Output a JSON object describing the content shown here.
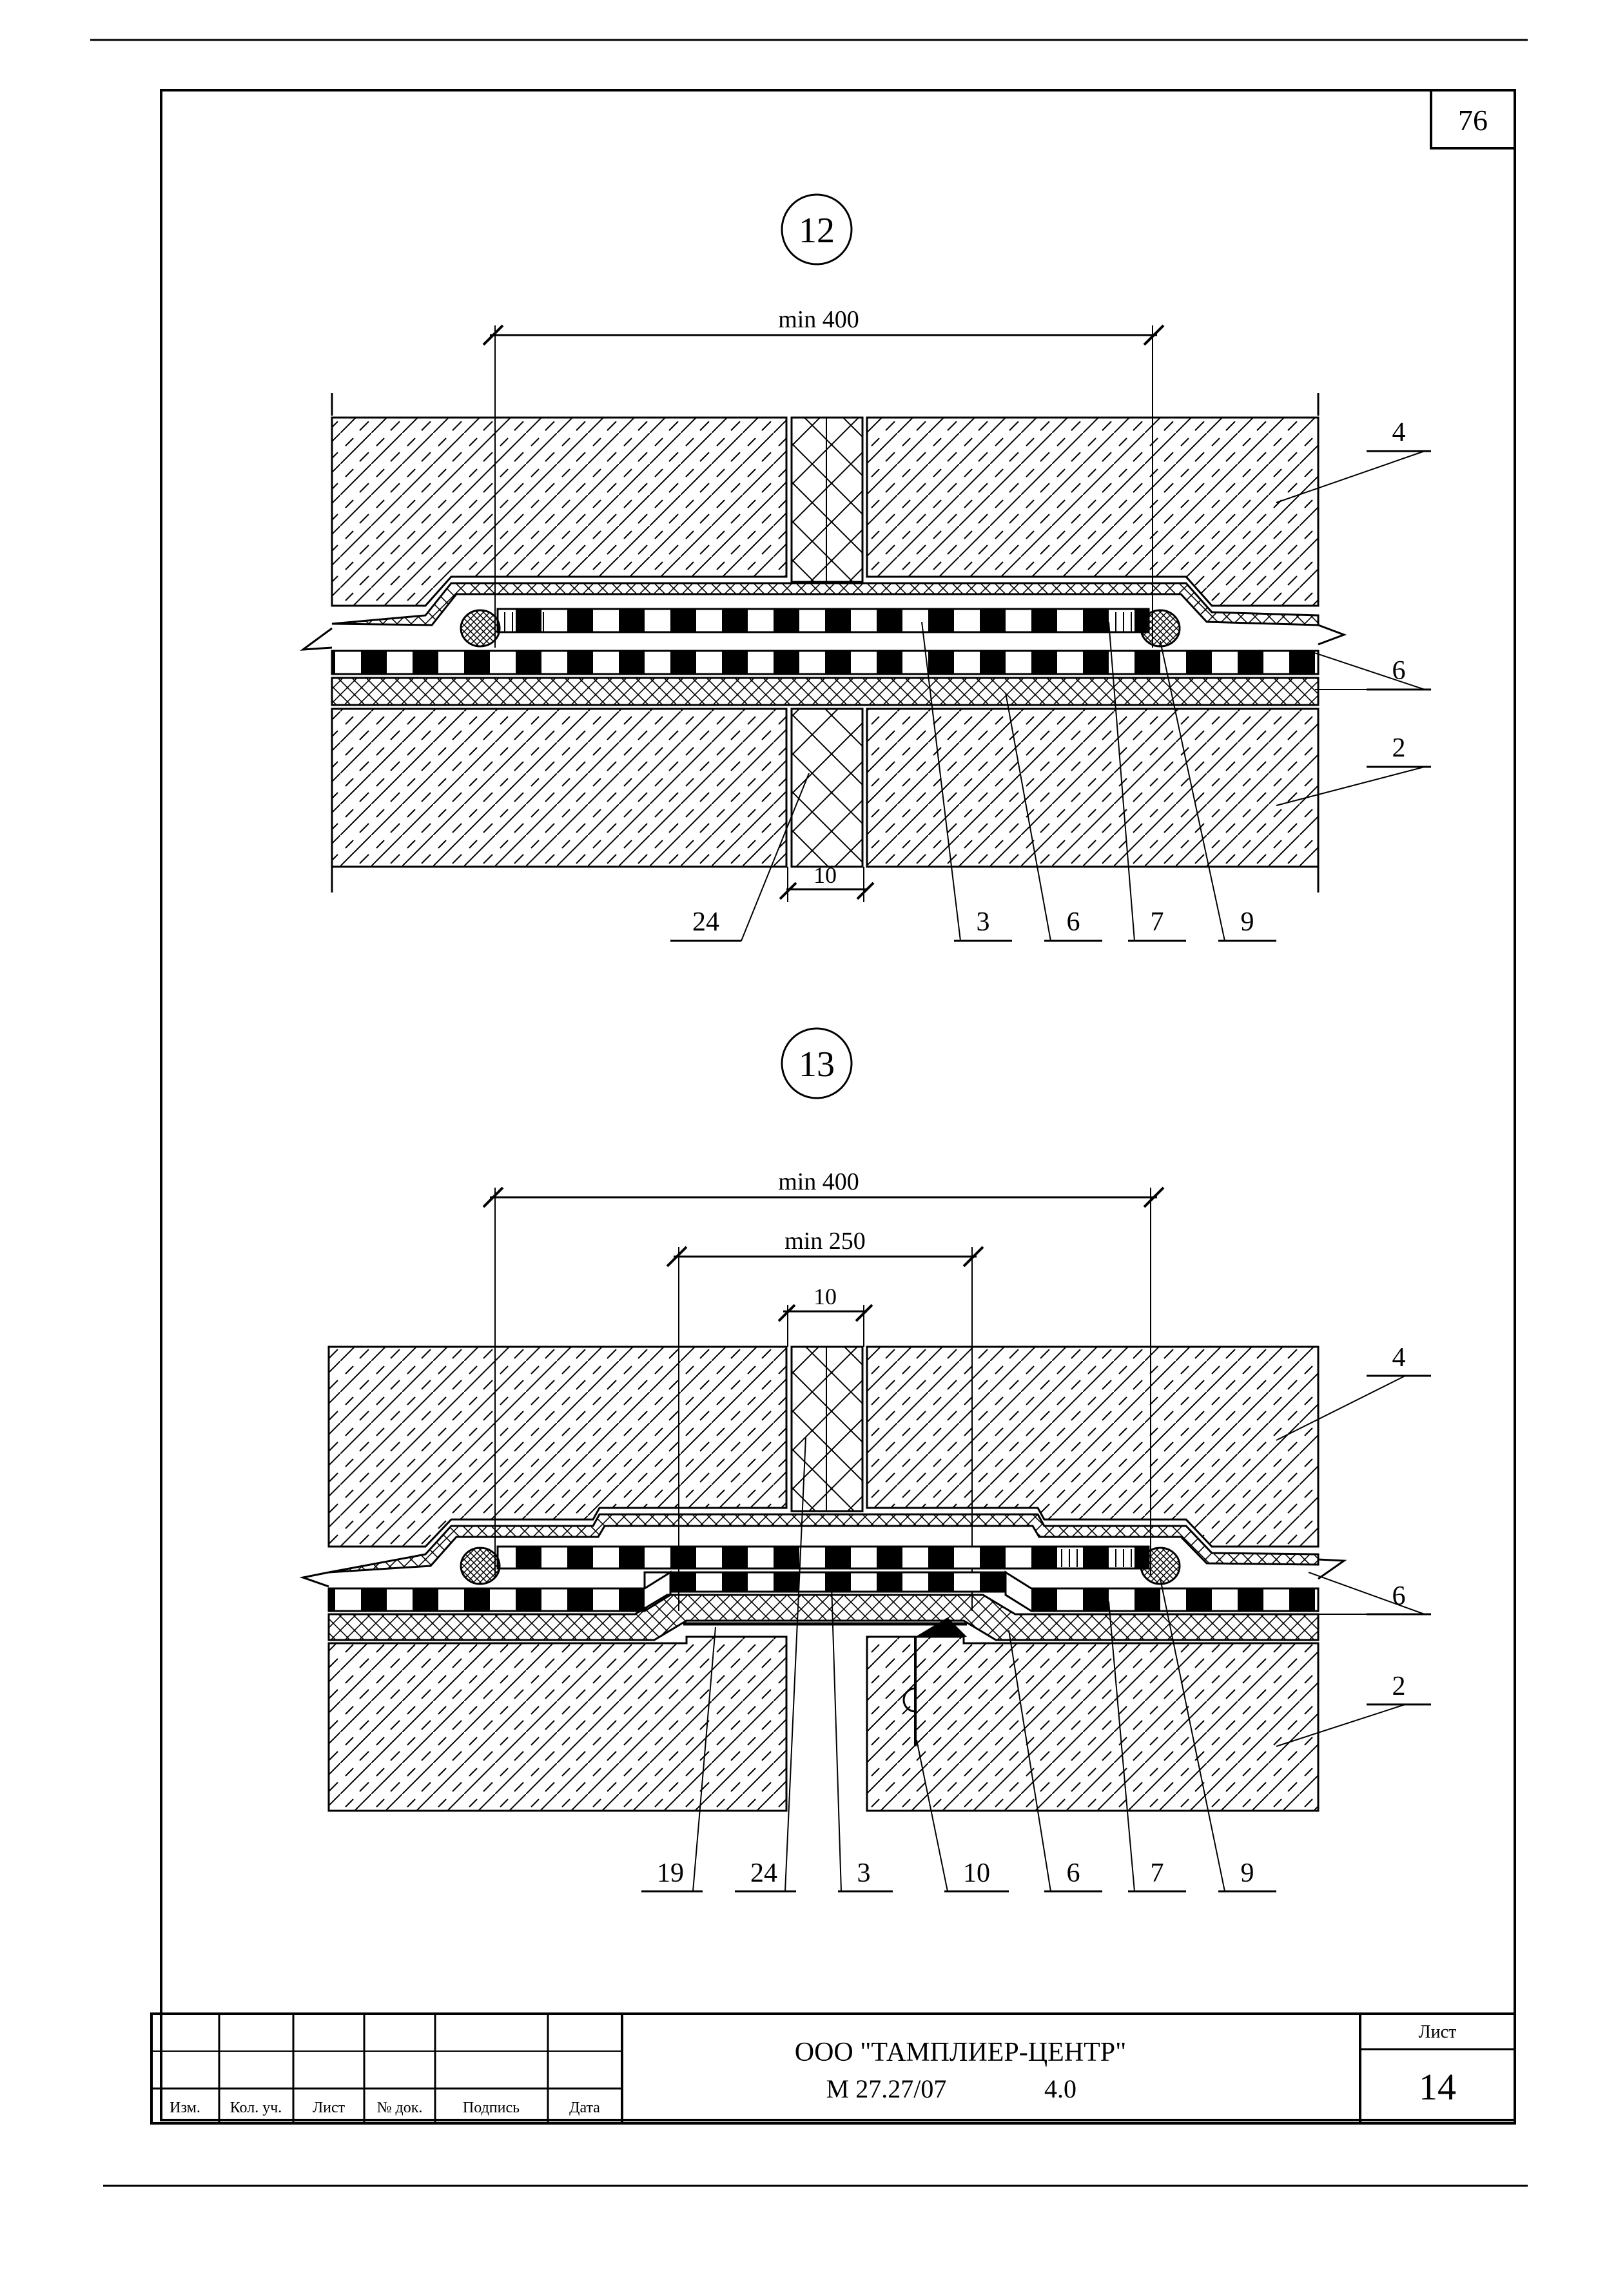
{
  "sheet_number_corner": "76",
  "detail_12": {
    "marker": "12",
    "dim_top": "min 400",
    "dim_bottom": "10",
    "leaders": [
      "4",
      "6",
      "2",
      "24",
      "3",
      "6",
      "7",
      "9"
    ]
  },
  "detail_13": {
    "marker": "13",
    "dim_top": "min 400",
    "dim_mid": "min 250",
    "dim_gap": "10",
    "leaders": [
      "4",
      "6",
      "2",
      "19",
      "24",
      "3",
      "10",
      "6",
      "7",
      "9"
    ]
  },
  "title_block": {
    "company": "ООО \"ТАМПЛИЕР-ЦЕНТР\"",
    "document": "М 27.27/07",
    "section": "4.0",
    "sheet_label": "Лист",
    "sheet_number": "14",
    "columns": [
      "Изм.",
      "Кол. уч.",
      "Лист",
      "№ док.",
      "Подпись",
      "Дата"
    ]
  }
}
